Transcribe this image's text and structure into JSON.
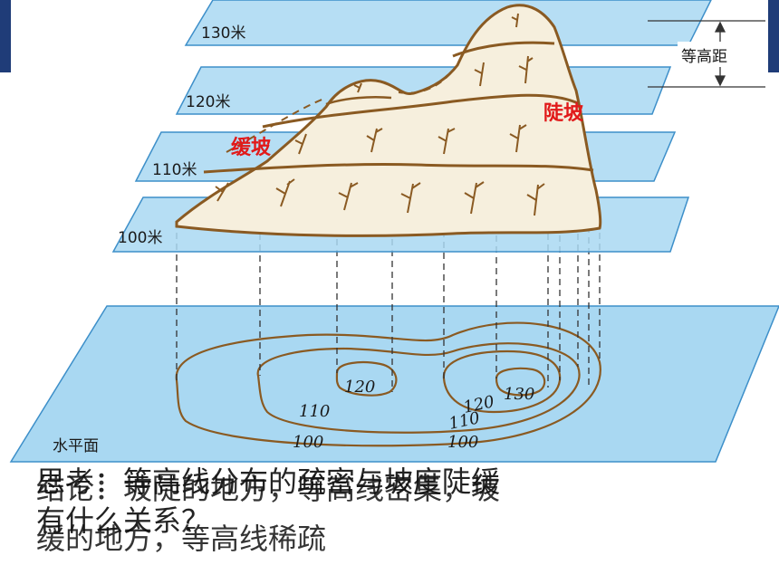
{
  "labels": {
    "plane_130": "130米",
    "plane_120": "120米",
    "plane_110": "110米",
    "plane_100": "100米",
    "interval": "等高距",
    "gentle": "缓坡",
    "steep": "陡坡",
    "base": "水平面"
  },
  "contours": {
    "c120a": "120",
    "c120b": "120",
    "c130": "130",
    "c110a": "110",
    "c110b": "110",
    "c100a": "100",
    "c100b": "100"
  },
  "text": {
    "question_line1": "思考：等高线分布的疏密与坡度陡缓",
    "question_line2": "有什么关系？",
    "conclusion_line1": "结论：坡陡的地方，等高线密集，坡",
    "conclusion_line2": "缓的地方，等高线稀疏"
  },
  "colors": {
    "plane": "#a9d8f2",
    "plane_edge": "#3d8fc9",
    "terrain": "#f6efdd",
    "terrain_edge": "#8a5a22",
    "accent_red": "#e11a1a"
  }
}
